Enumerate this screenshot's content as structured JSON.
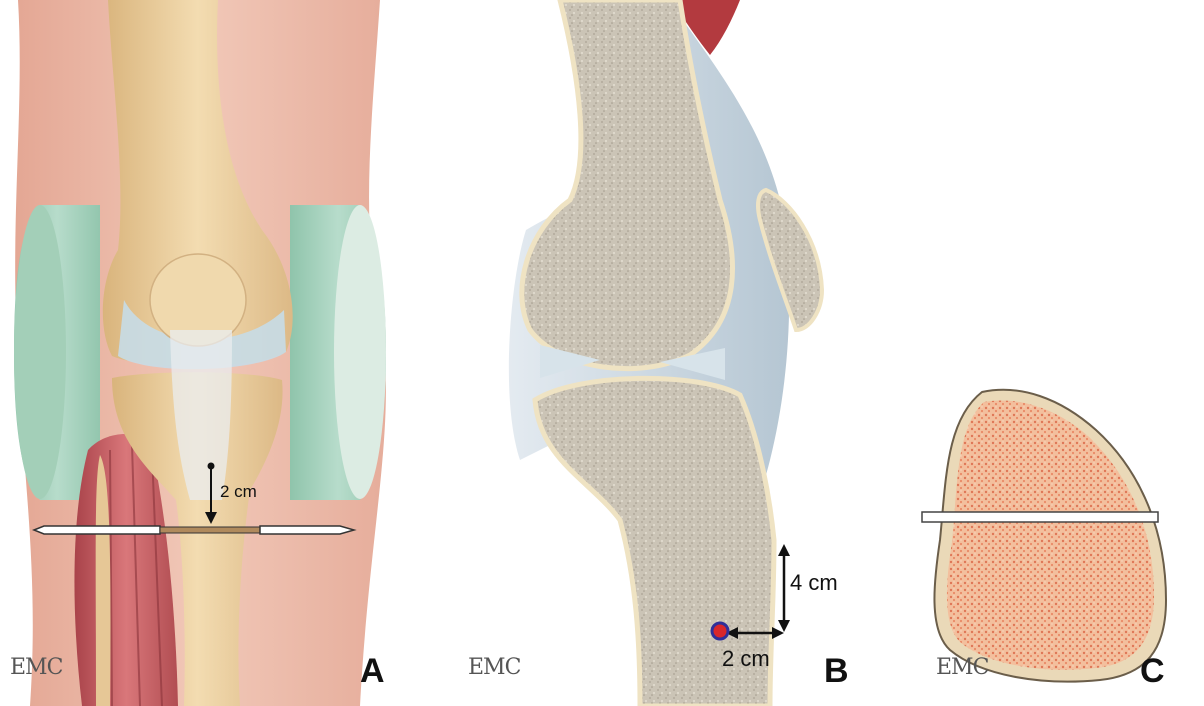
{
  "panels": {
    "a": {
      "letter": "A",
      "logo": "EMC",
      "measurement": "2 cm"
    },
    "b": {
      "letter": "B",
      "logo": "EMC",
      "vertical_measurement": "4 cm",
      "horizontal_measurement": "2 cm"
    },
    "c": {
      "letter": "C",
      "logo": "EMC"
    }
  },
  "colors": {
    "skin": "#e8b4a2",
    "bone": "#ecd3a5",
    "cancellous": "#cfc8bb",
    "cartilage": "#b9cfdc",
    "foam": "#a9d2bf",
    "muscle": "#c0585a",
    "marrow": "#e48a6b",
    "entry_point": "#d8262b"
  }
}
